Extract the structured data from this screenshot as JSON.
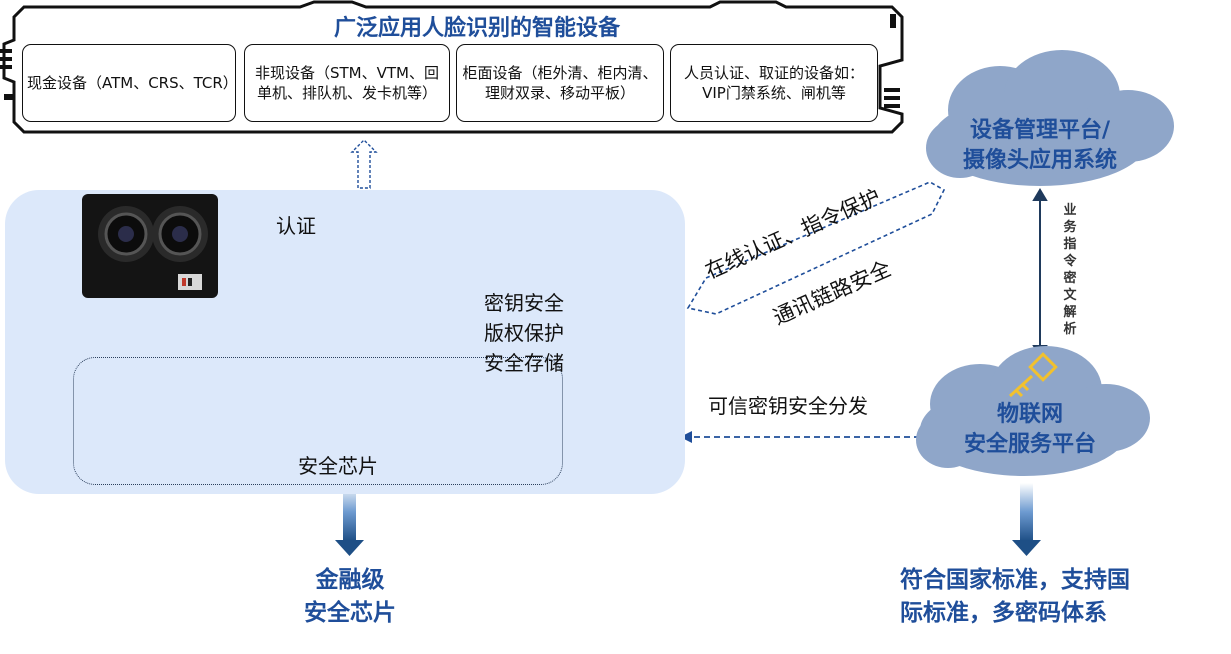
{
  "header": {
    "title": "广泛应用人脸识别的智能设备"
  },
  "device_boxes": [
    {
      "label": "现金设备（ATM、CRS、TCR）"
    },
    {
      "label": "非现设备（STM、VTM、回单机、排队机、发卡机等）"
    },
    {
      "label": "柜面设备（柜外清、柜内清、理财双录、移动平板）"
    },
    {
      "label": "人员认证、取证的设备如：VIP门禁系统、闸机等"
    }
  ],
  "panel": {
    "auth_label": "认证",
    "server_features": [
      "密钥安全",
      "版权保护",
      "安全存储"
    ],
    "chip_label": "安全芯片"
  },
  "bottom_left": {
    "line1": "金融级",
    "line2": "安全芯片"
  },
  "cloud_top": {
    "line1": "设备管理平台/",
    "line2": "摄像头应用系统"
  },
  "cloud_bottom": {
    "line1": "物联网",
    "line2": "安全服务平台"
  },
  "vertical_label": "业务指令密文解析",
  "diagonal": {
    "upper": "在线认证、指令保护",
    "lower": "通讯链路安全"
  },
  "distribute_label": "可信密钥安全分发",
  "bottom_right": {
    "line1": "符合国家标准，支持国",
    "line2": "际标准，多密码体系"
  },
  "icons": [
    "camera-module-icon",
    "router-icon",
    "server-rack-icon",
    "chip-icon",
    "key-icon",
    "gold-key-icon",
    "cloud-icon"
  ],
  "colors": {
    "accent": "#1f4e9a",
    "panel": "#dce8fa",
    "cloud": "#8fa6c9",
    "key_gold": "#f2c12e",
    "arrow_dark": "#1e4f86"
  }
}
